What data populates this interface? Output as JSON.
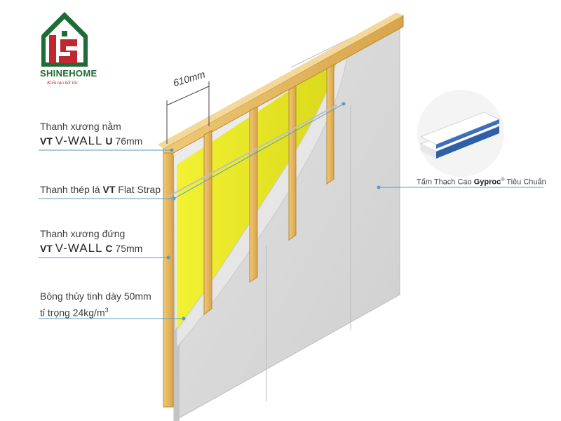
{
  "logo": {
    "name": "SHINEHOME",
    "tagline": "Kiến tạo kết tốc"
  },
  "dimension": "610mm",
  "labels": {
    "track": {
      "line1": "Thanh xương nằm",
      "brand": "VT",
      "product": "V-WALL",
      "type": "U",
      "size": "76mm"
    },
    "strap": {
      "prefix": "Thanh thép lá",
      "brand": "VT",
      "product": "Flat Strap"
    },
    "stud": {
      "line1": "Thanh xương đứng",
      "brand": "VT",
      "product": "V-WALL",
      "type": "C",
      "size": "75mm"
    },
    "insulation": {
      "line1": "Bông thủy tinh dày 50mm",
      "line2_prefix": "tỉ trọng 24kg/m",
      "line2_sup": "3"
    },
    "board": {
      "prefix": "Tấm Thạch Cao",
      "brand": "Gyproc",
      "reg": "®",
      "suffix": "Tiêu Chuẩn"
    }
  },
  "colors": {
    "brand_green": "#1f6b35",
    "brand_red": "#c0282f",
    "timber": "#e3b55c",
    "insulation": "#eaea1c",
    "board": "#d6d6d6",
    "leader": "#5a9ac8"
  }
}
